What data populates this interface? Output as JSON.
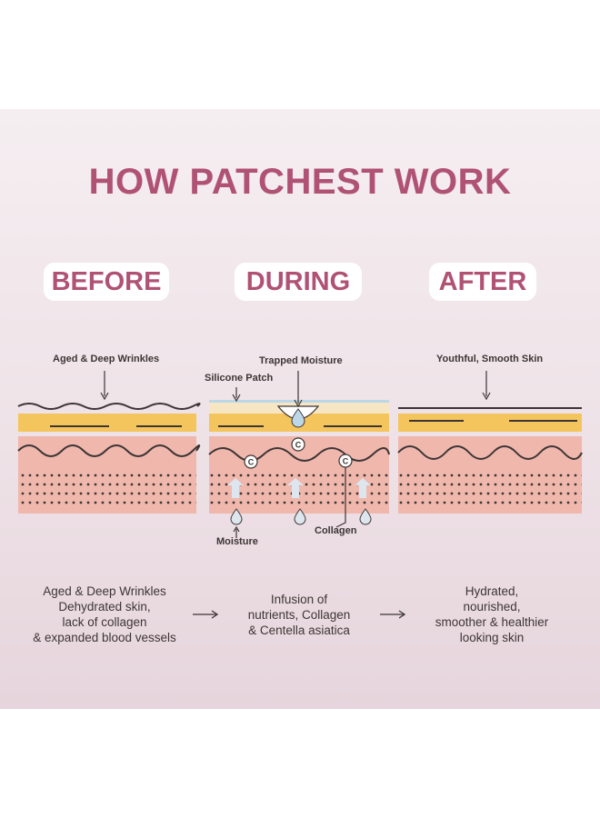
{
  "title": "HOW PATCHEST WORK",
  "stages": {
    "before": "BEFORE",
    "during": "DURING",
    "after": "AFTER"
  },
  "labels": {
    "aged_wrinkles": "Aged & Deep Wrinkles",
    "trapped_moisture": "Trapped Moisture",
    "silicone_patch": "Silicone Patch",
    "youthful_skin": "Youthful, Smooth Skin",
    "moisture": "Moisture",
    "collagen": "Collagen"
  },
  "collagen_symbol": "C",
  "descriptions": {
    "before": [
      "Aged & Deep Wrinkles",
      "Dehydrated skin,",
      "lack of collagen",
      "& expanded blood vessels"
    ],
    "during": [
      "Infusion of",
      "nutrients, Collagen",
      "& Centella asiatica"
    ],
    "after": [
      "Hydrated,",
      "nourished,",
      "smoother & healthier",
      "looking skin"
    ]
  },
  "colors": {
    "title": "#b05274",
    "epidermis": "#f4c55c",
    "dermis": "#f0b7ac",
    "line": "#3d3535",
    "patch": "#f7e6c4",
    "droplet": "#bcd8e8"
  }
}
